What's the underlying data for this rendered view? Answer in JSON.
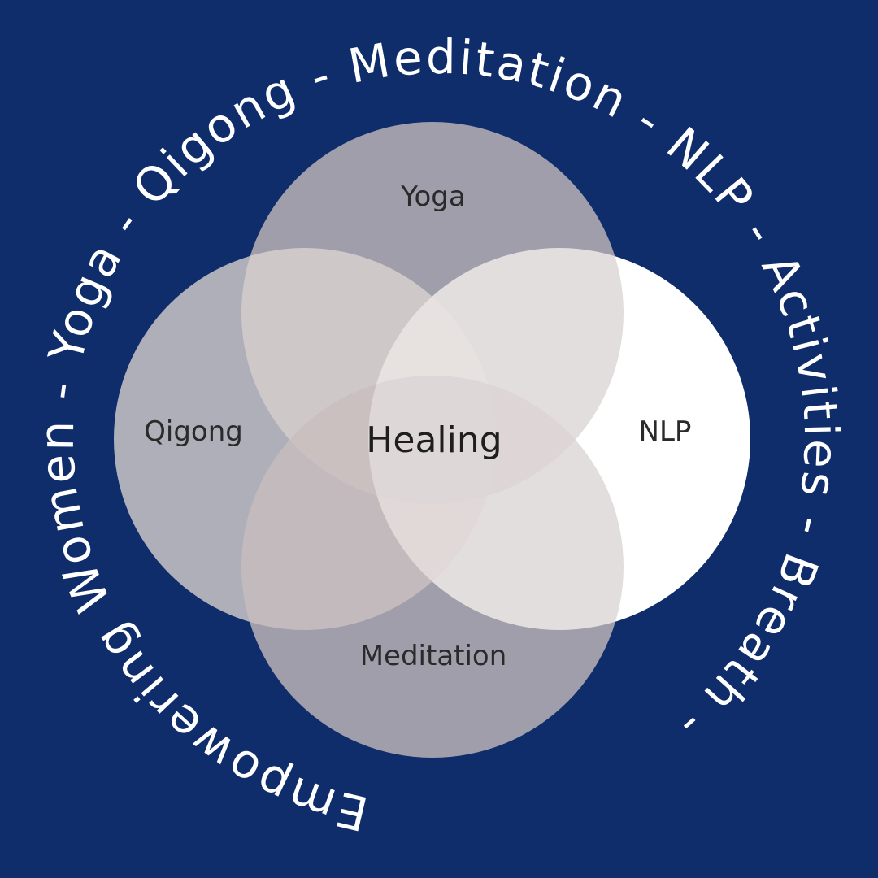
{
  "colors": {
    "background": "#0f2d6b",
    "ring_text": "#ffffff",
    "circle_fill": "#c9bebe",
    "nlp_circle_fill": "#ffffff",
    "label_text": "#2a2a2a"
  },
  "ring": {
    "text": "Empowering Women - Yoga - Qigong - Meditation - NLP - Activities - Breath - "
  },
  "diagram": {
    "center_label": "Healing",
    "circles": [
      {
        "label": "Yoga"
      },
      {
        "label": "NLP"
      },
      {
        "label": "Meditation"
      },
      {
        "label": "Qigong"
      }
    ]
  }
}
